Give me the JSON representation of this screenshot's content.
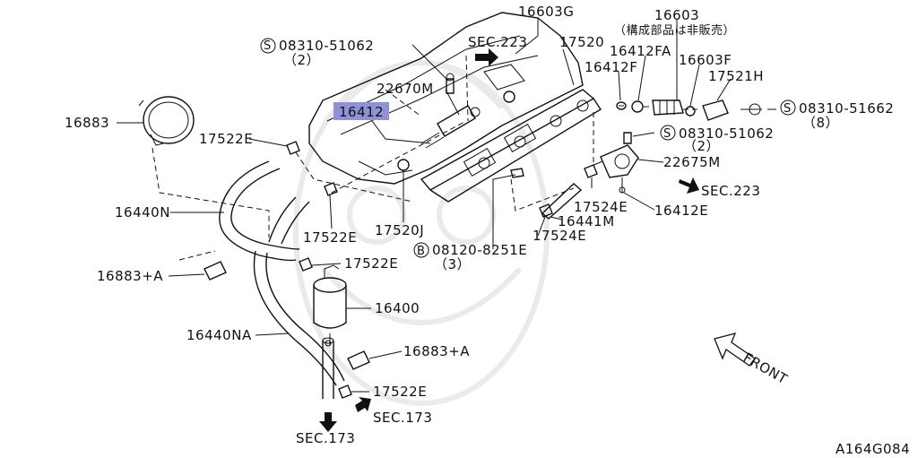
{
  "diagram": {
    "code": "A164G084",
    "front_label": "FRONT",
    "bolt_prefix_s": "S",
    "bolt_prefix_b": "B",
    "labels": {
      "p16603G": "16603G",
      "p16603": "16603",
      "p16603_note": "（構成部品は非販売）",
      "s08310_51062_top": "08310-51062",
      "s08310_51062_top_qty": "（2）",
      "sec223_top": "SEC.223",
      "p17520": "17520",
      "p16412FA": "16412FA",
      "p16412F": "16412F",
      "p16603F": "16603F",
      "p17521H": "17521H",
      "s08310_51662": "08310-51662",
      "s08310_51662_qty": "（8）",
      "p22670M": "22670M",
      "p16412": "16412",
      "s08310_51062_mid": "08310-51062",
      "s08310_51062_mid_qty": "（2）",
      "p16883": "16883",
      "p17522E_a": "17522E",
      "p22675M": "22675M",
      "sec223_right": "SEC.223",
      "p16440N": "16440N",
      "p17524E_a": "17524E",
      "p16412E": "16412E",
      "p16441M": "16441M",
      "p17520J": "17520J",
      "p17522E_b": "17522E",
      "p17524E_b": "17524E",
      "b08120_8251E": "08120-8251E",
      "b08120_8251E_qty": "（3）",
      "p16883A_a": "16883+A",
      "p17522E_c": "17522E",
      "p16400": "16400",
      "p16440NA": "16440NA",
      "p16883A_b": "16883+A",
      "p17522E_d": "17522E",
      "sec173_right": "SEC.173",
      "sec173_bottom": "SEC.173"
    },
    "highlight_color": "#8f93d6"
  }
}
